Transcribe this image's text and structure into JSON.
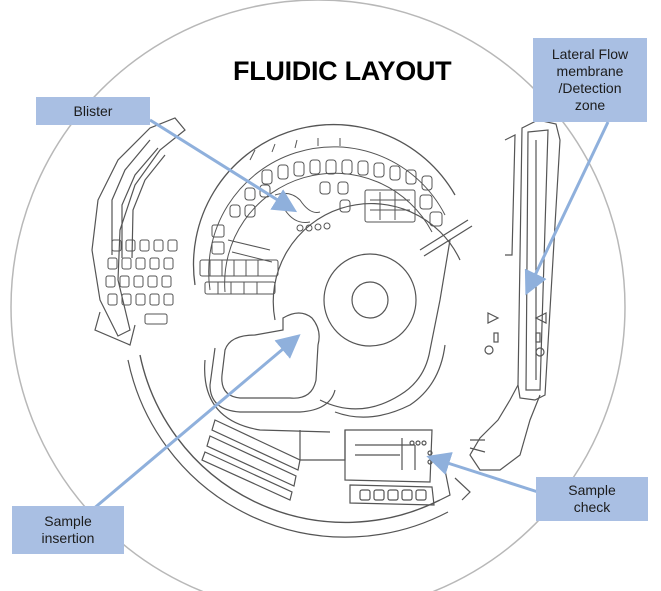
{
  "title": "FLUIDIC LAYOUT",
  "callouts": {
    "blister": [
      "Blister"
    ],
    "lateral_flow": [
      "Lateral Flow",
      "membrane",
      "/Detection",
      "zone"
    ],
    "sample_insertion": [
      "Sample",
      "insertion"
    ],
    "sample_check": [
      "Sample",
      "check"
    ]
  },
  "colors": {
    "callout_fill": "#a9bfe3",
    "arrow": "#8fb0dc",
    "drawing_stroke": "#555555"
  }
}
